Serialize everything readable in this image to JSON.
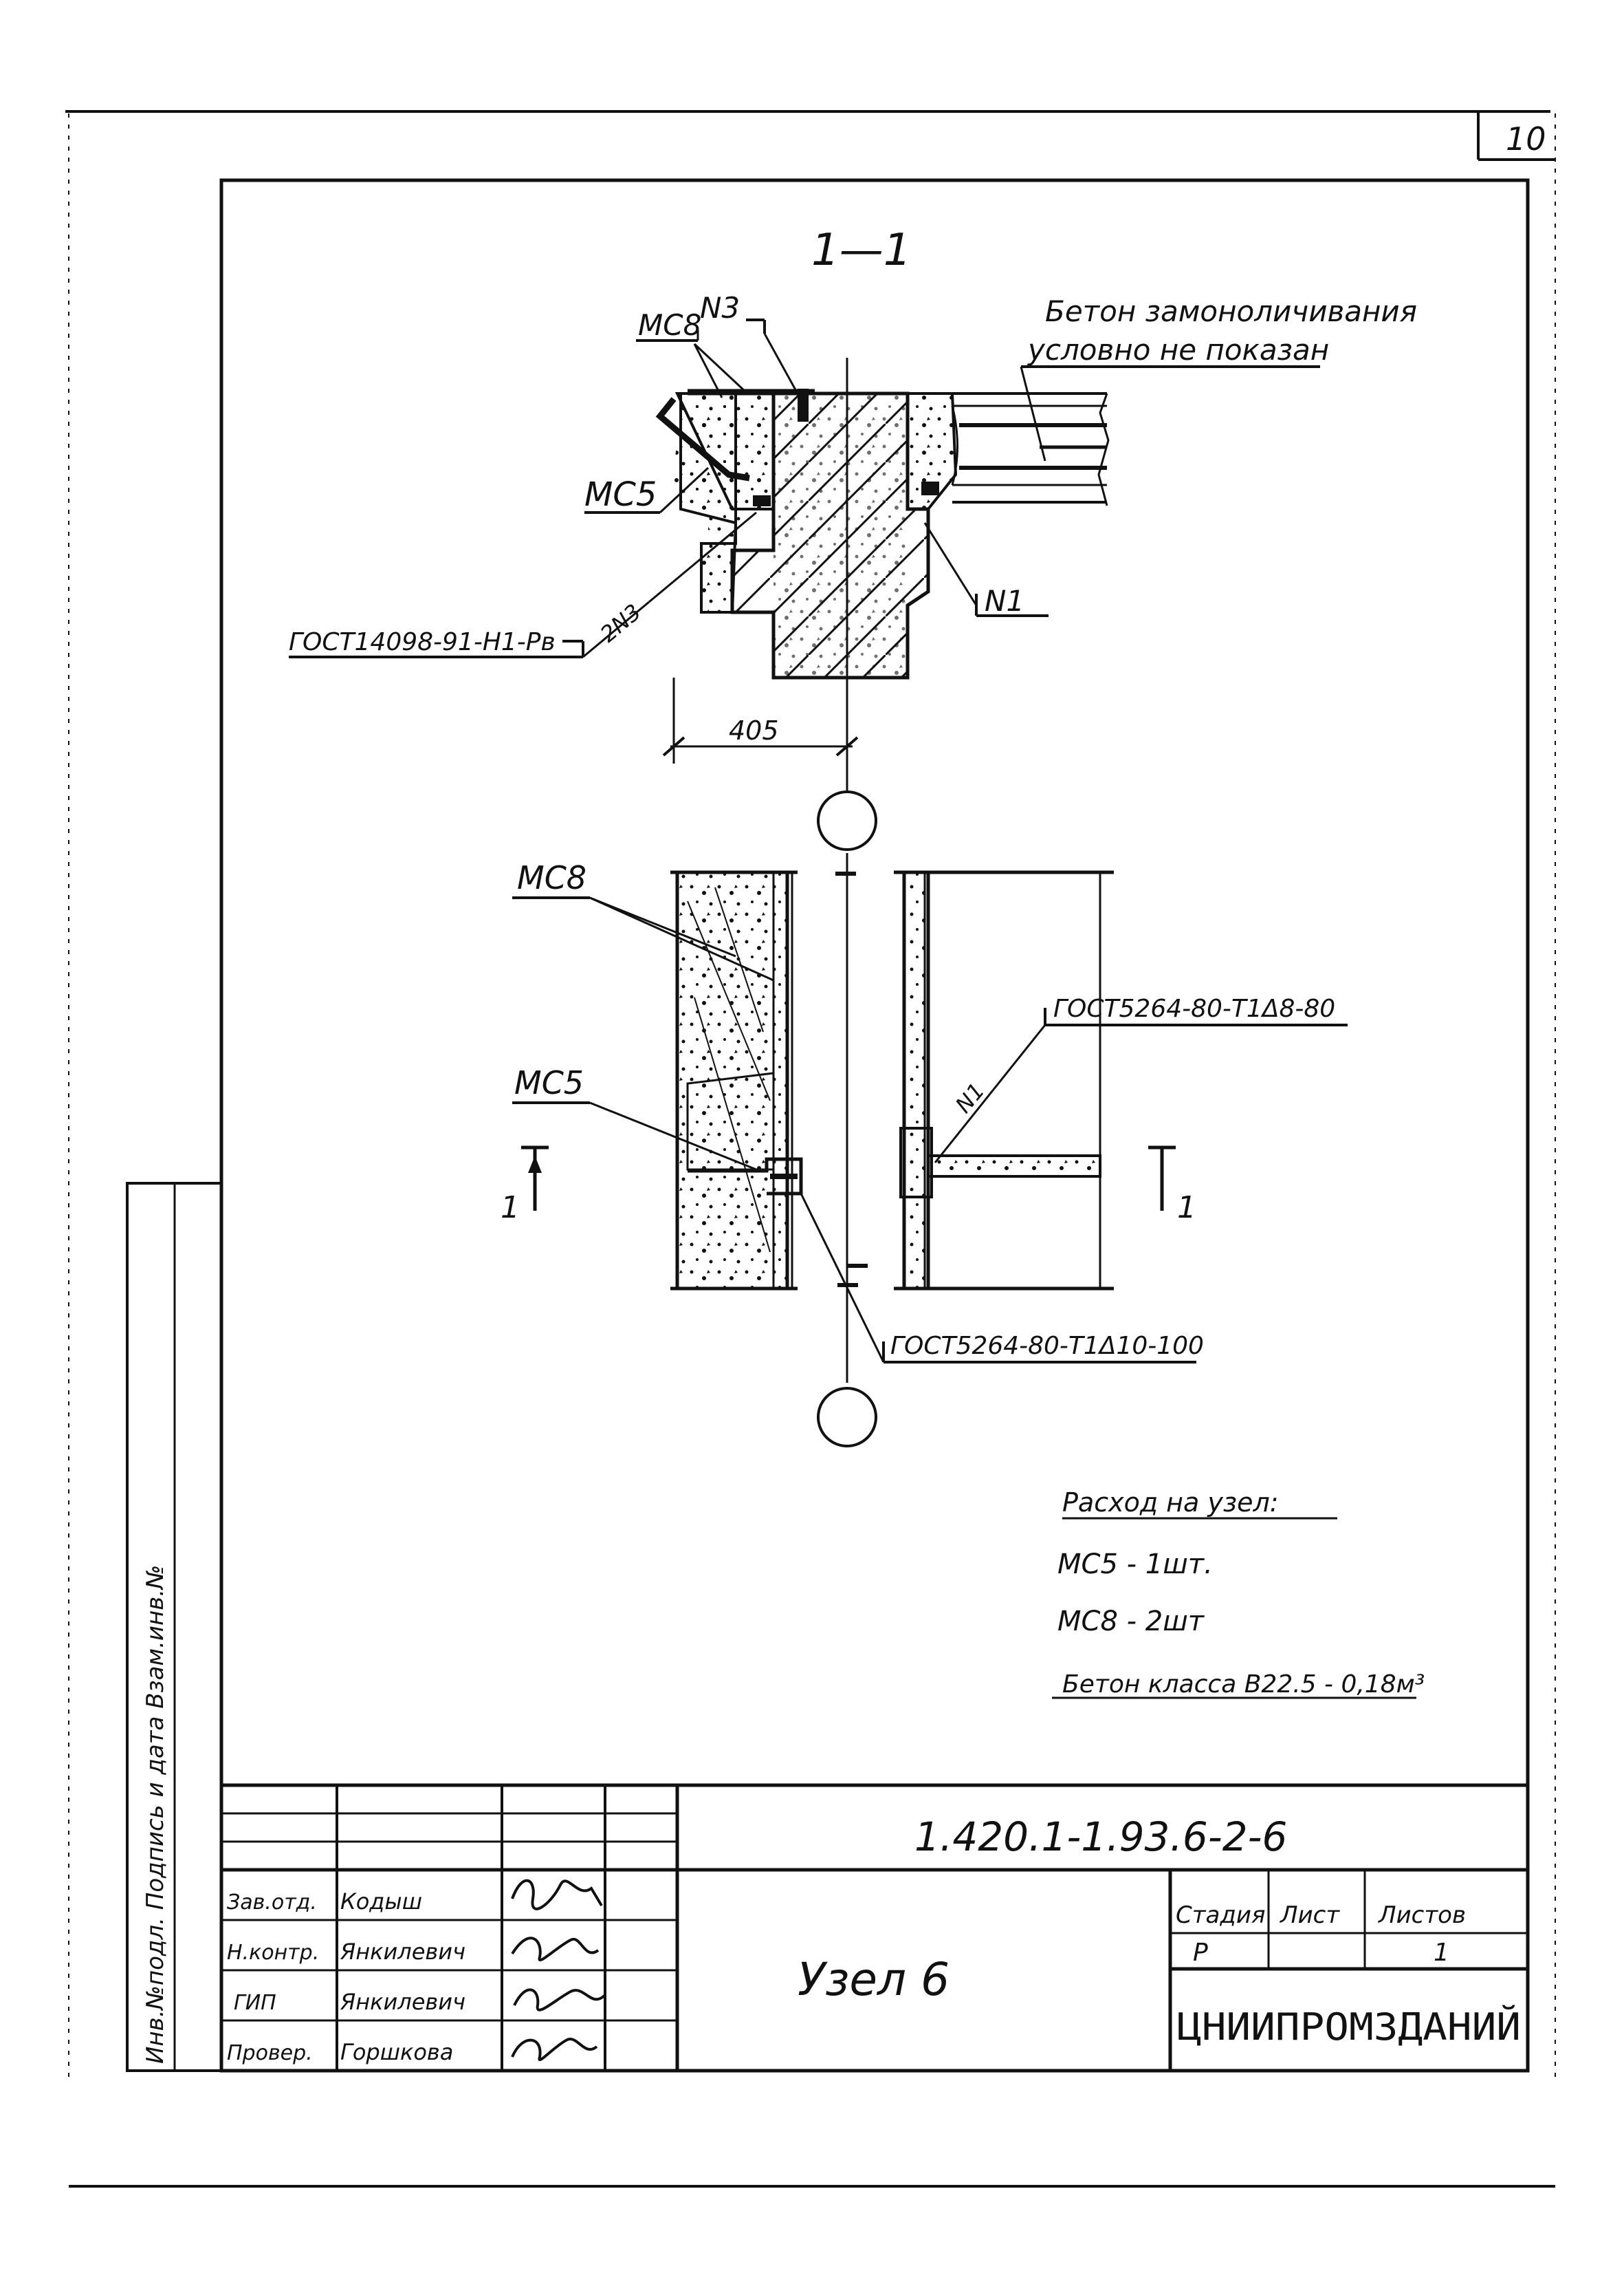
{
  "sheet": {
    "sheet_number": "10"
  },
  "section_1_1": {
    "title": "1—1",
    "labels": {
      "mc8": "МС8",
      "n3": "N3",
      "mc5": "МС5",
      "n1": "N1",
      "gost_weld": "ГОСТ14098-91-Н1-Рв",
      "weld_size": "2N3",
      "dimension": "405",
      "concrete_note_line1": "Бетон замоноличивания",
      "concrete_note_line2": "условно не показан"
    }
  },
  "plan_view": {
    "labels": {
      "mc8": "МС8",
      "mc5": "МС5",
      "n1": "N1",
      "gost_top": "ГОСТ5264-80-Т1Δ8-80",
      "gost_bottom": "ГОСТ5264-80-Т1Δ10-100",
      "cut_mark_left": "1",
      "cut_mark_right": "1"
    }
  },
  "consumption": {
    "title": "Расход на узел:",
    "rows": [
      "МС5 - 1шт.",
      "МС8 - 2шт",
      "Бетон класса В22.5 - 0,18м³"
    ]
  },
  "title_block": {
    "code": "1.420.1-1.93.6-2-6",
    "drawing_name": "Узел 6",
    "organization": "ЦНИИПРОМЗДАНИЙ",
    "stage_header": "Стадия",
    "sheet_header": "Лист",
    "sheets_header": "Листов",
    "stage_value": "Р",
    "sheet_value": "",
    "sheets_value": "1",
    "signers": [
      {
        "role": "Зав.отд.",
        "name": "Кодыш"
      },
      {
        "role": "Н.контр.",
        "name": "Янкилевич"
      },
      {
        "role": "ГИП",
        "name": "Янкилевич"
      },
      {
        "role": "Провер.",
        "name": "Горшкова"
      }
    ]
  },
  "side_stamp": {
    "text": "Инв.№подл. Подпись и дата Взам.инв.№"
  }
}
